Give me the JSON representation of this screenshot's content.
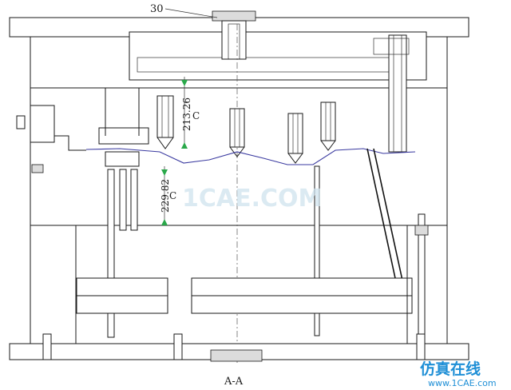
{
  "drawing": {
    "balloon_label": "30",
    "section_label": "A-A",
    "dimensions": [
      "213.26",
      "229.82"
    ],
    "dimension_suffix": "C"
  },
  "watermark": {
    "center_text": "1CAE.COM",
    "brand_cn": "仿真在线",
    "brand_url": "www.1CAE.com"
  },
  "colors": {
    "line": "#1a1a1a",
    "part_profile": "#3a3aa0",
    "dimension_arrow": "#2aa84a",
    "brand": "#1f8fd6"
  }
}
